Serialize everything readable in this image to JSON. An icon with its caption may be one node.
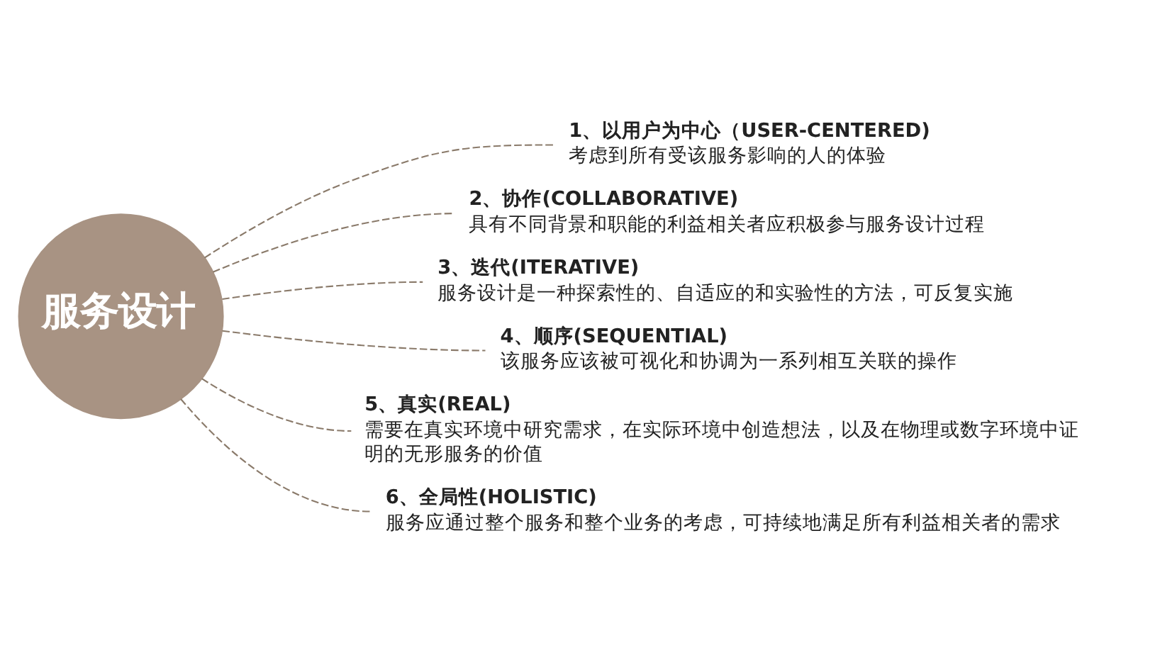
{
  "diagram": {
    "nodes": [
      {
        "text": [
          "服务设计"
        ]
      },
      {
        "text": [
          "1、以用户为中心（USER-CENTERED)",
          "考虑到所有受该服务影响的人的体验"
        ]
      },
      {
        "text": [
          "2、协作(COLLABORATIVE)",
          "具有不同背景和职能的利益相关者应积极参与服务设计过程"
        ]
      },
      {
        "text": [
          "3、迭代(ITERATIVE)",
          "服务设计是一种探索性的、自适应的和实验性的方法，可反复实施"
        ]
      },
      {
        "text": [
          "4、顺序(SEQUENTIAL)",
          "该服务应该被可视化和协调为一系列相互关联的操作"
        ]
      },
      {
        "text": [
          "5、真实(REAL)",
          "需要在真实环境中研究需求，在实际环境中创造想法，以及在物理或数字环境中证明的无形服务的价值"
        ]
      },
      {
        "text": [
          "6、全局性(HOLISTIC)",
          "服务应通过整个服务和整个业务的考虑，可持续地满足所有利益相关者的需求"
        ]
      }
    ],
    "edges": [
      {
        "from": 0,
        "to": 1,
        "arrow": "none",
        "style": "dashed"
      },
      {
        "from": 0,
        "to": 2,
        "arrow": "none",
        "style": "dashed"
      },
      {
        "from": 0,
        "to": 3,
        "arrow": "none",
        "style": "dashed"
      },
      {
        "from": 0,
        "to": 4,
        "arrow": "none",
        "style": "dashed"
      },
      {
        "from": 0,
        "to": 5,
        "arrow": "none",
        "style": "dashed"
      },
      {
        "from": 0,
        "to": 6,
        "arrow": "none",
        "style": "dashed"
      }
    ]
  }
}
